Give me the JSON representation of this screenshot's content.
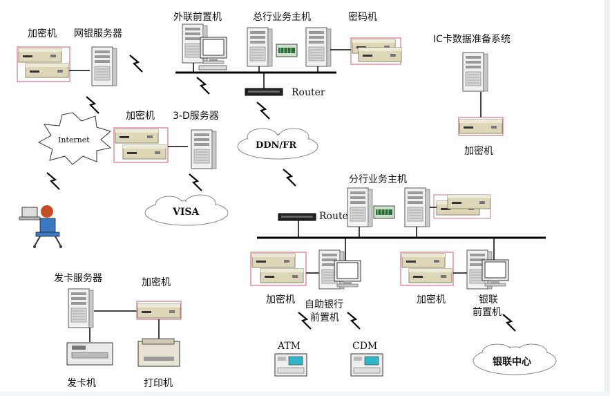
{
  "labels": {
    "encryptor_top_left": "加密机",
    "web_bank_server": "网银服务器",
    "front_external": "外联前置机",
    "head_office_host": "总行业务主机",
    "password_machine": "密码机",
    "ic_card_system": "IC卡数据准备系统",
    "router_top": "Router",
    "encryptor_mid": "加密机",
    "server_3d": "3-D服务器",
    "internet": "Internet",
    "ddn_fr": "DDN/FR",
    "encryptor_ic": "加密机",
    "visa": "VISA",
    "branch_host": "分行业务主机",
    "router_mid": "Route",
    "card_issue_server": "发卡服务器",
    "encryptor_card": "加密机",
    "encryptor_branch_left": "加密机",
    "self_service_front_1": "自助银行",
    "self_service_front_2": "前置机",
    "encryptor_branch_right": "加密机",
    "unionpay_front_1": "银联",
    "unionpay_front_2": "前置机",
    "atm": "ATM",
    "cdm": "CDM",
    "unionpay_center": "银联中心",
    "card_issuer": "发卡机",
    "printer": "打印机"
  },
  "colors": {
    "encryptor_fill": "#dcd7b8",
    "encryptor_border": "#d8708a",
    "bus_line": "#000000"
  }
}
